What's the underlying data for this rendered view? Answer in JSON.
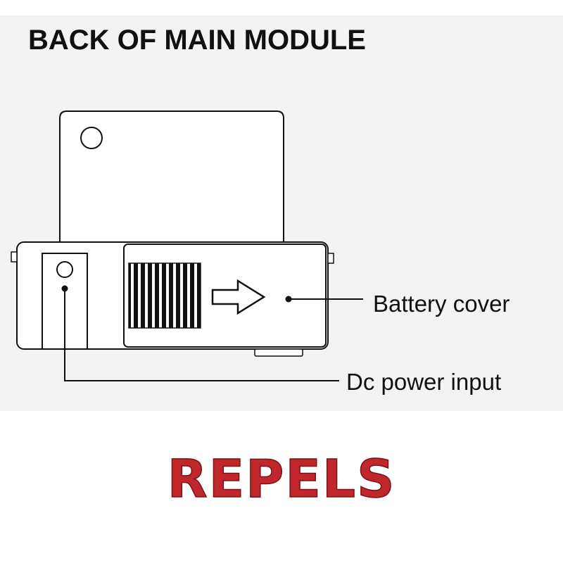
{
  "diagram": {
    "title": "BACK OF MAIN MODULE",
    "labels": {
      "battery_cover": "Battery cover",
      "dc_power_input": "Dc power input"
    }
  },
  "brand": {
    "logo_text": "REPELS",
    "color": "#c0272d",
    "outline_color": "#7a1216"
  },
  "colors": {
    "panel_background": "#f3f3f3",
    "line": "#111111",
    "device_fill": "#ffffff"
  }
}
